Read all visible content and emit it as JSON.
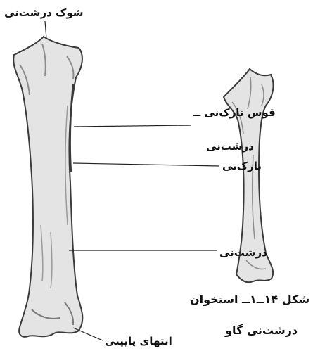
{
  "labels": {
    "tibial_tuberosity": "شوک درشت‌نی",
    "fibula_tibia_crest": "قوس نازک‌نی ــ",
    "tibia_upper": "درشت‌نی",
    "fibula": "نازک‌نی",
    "tibia_shaft": "درشت‌نی",
    "distal_end": "انتهای پایینی"
  },
  "caption": {
    "line1": "شکل ۱۴ــ۱ــ استخوان",
    "line2": "درشت‌نی گاو"
  },
  "colors": {
    "bone_fill": "#e4e4e4",
    "bone_outline": "#3a3a3a",
    "shading": "#8c8c8c",
    "leader_line": "#222222"
  }
}
